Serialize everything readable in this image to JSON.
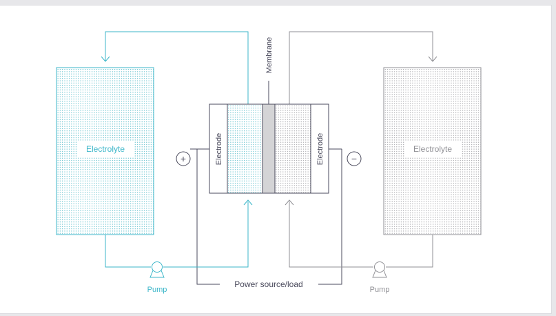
{
  "diagram": {
    "left_tank_label": "Electrolyte",
    "right_tank_label": "Electrolyte",
    "membrane_label": "Membrane",
    "left_electrode_label": "Electrode",
    "right_electrode_label": "Electrode",
    "plus_symbol": "+",
    "minus_symbol": "−",
    "left_pump_label": "Pump",
    "right_pump_label": "Pump",
    "power_label": "Power source/load"
  },
  "colors": {
    "teal": "#3bb6c9",
    "gray": "#8f8f94",
    "dark": "#5a5a6e",
    "membrane_fill": "#d4d4d6"
  }
}
